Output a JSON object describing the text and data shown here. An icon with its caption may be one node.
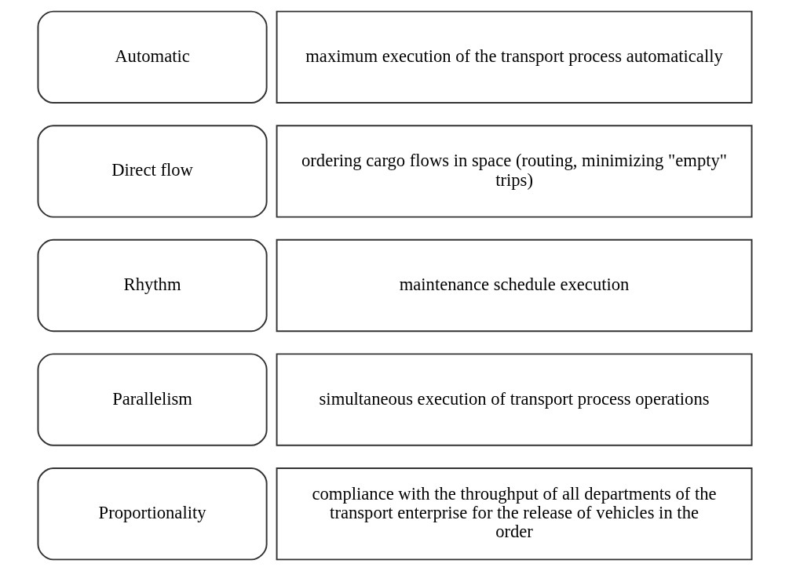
{
  "diagram": {
    "nodes": [
      {
        "text": [
          "Proportionality"
        ]
      },
      {
        "text": [
          "compliance with the throughput of all departments of the transport enterprise for the release of vehicles in the order"
        ]
      },
      {
        "text": [
          "Parallelism"
        ]
      },
      {
        "text": [
          "simultaneous execution of transport process operations"
        ]
      },
      {
        "text": [
          "Rhythm"
        ]
      },
      {
        "text": [
          "maintenance schedule execution"
        ]
      },
      {
        "text": [
          "Direct flow"
        ]
      },
      {
        "text": [
          "ordering cargo flows in space (routing, minimizing \"empty\" trips)"
        ]
      },
      {
        "text": [
          "Automatic"
        ]
      },
      {
        "text": [
          "maximum execution of the transport process automatically"
        ]
      }
    ],
    "edges": []
  }
}
